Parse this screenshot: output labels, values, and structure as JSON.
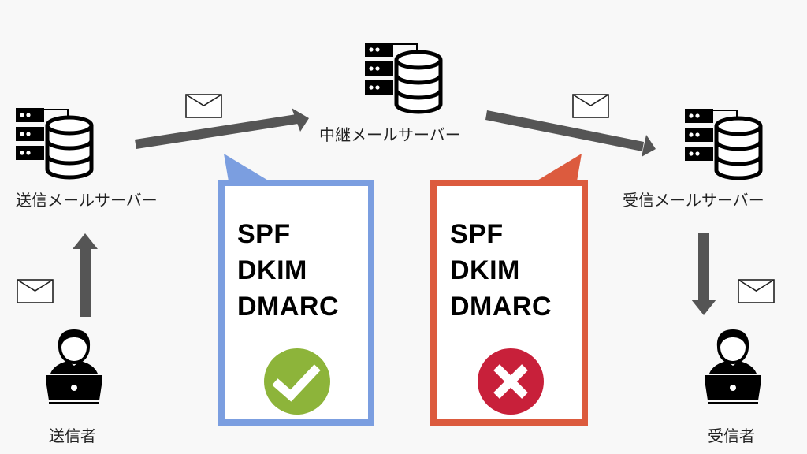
{
  "nodes": {
    "sender_server": {
      "label": "送信メールサーバー",
      "icon": "server-database-icon"
    },
    "relay_server": {
      "label": "中継メールサーバー",
      "icon": "server-database-icon"
    },
    "receiver_server": {
      "label": "受信メールサーバー",
      "icon": "server-database-icon"
    },
    "sender": {
      "label": "送信者",
      "icon": "user-laptop-icon"
    },
    "receiver": {
      "label": "受信者",
      "icon": "user-laptop-icon"
    }
  },
  "panels": {
    "pass": {
      "items": [
        "SPF",
        "DKIM",
        "DMARC"
      ],
      "result": "pass",
      "result_icon": "checkmark-circle-icon",
      "border_color": "#7b9ee0",
      "badge_color": "#8db43a"
    },
    "fail": {
      "items": [
        "SPF",
        "DKIM",
        "DMARC"
      ],
      "result": "fail",
      "result_icon": "x-circle-icon",
      "border_color": "#dc5b3e",
      "badge_color": "#c8203a"
    }
  },
  "colors": {
    "arrow": "#555555",
    "background": "#f8f8f8"
  }
}
